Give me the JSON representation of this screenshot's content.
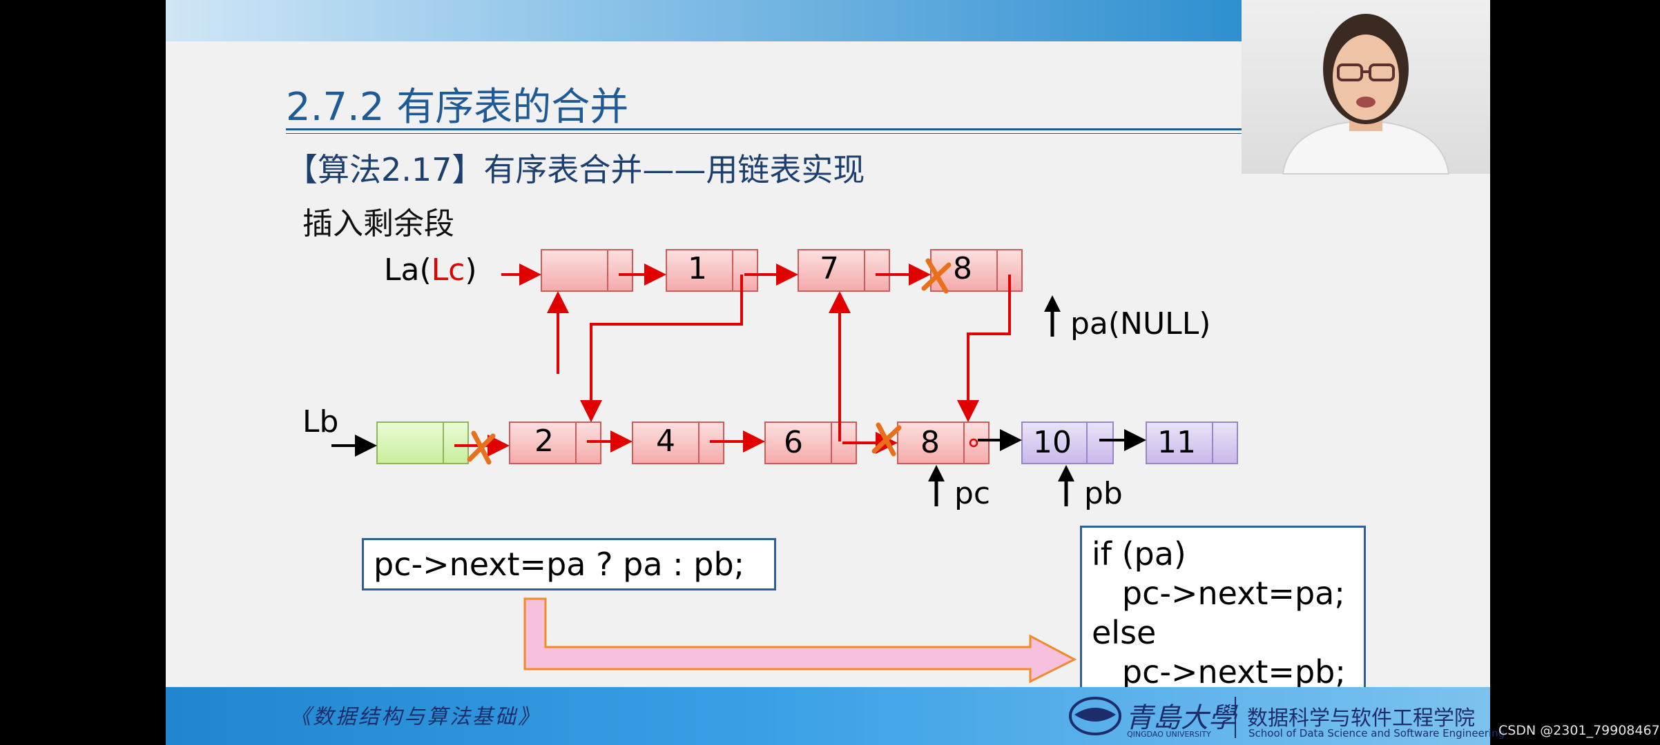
{
  "slide": {
    "section_title": "2.7.2    有序表的合并",
    "algo_title": "【算法2.17】有序表合并——用链表实现",
    "step_label": "插入剩余段",
    "book_title": "《数据结构与算法基础》",
    "university_name": "青島大學",
    "university_en": "QINGDAO UNIVERSITY",
    "school_cn": "数据科学与软件工程学院",
    "school_en": "School of Data Science and Software Engineering"
  },
  "diagram": {
    "list_a_label_prefix": "La(",
    "list_a_label_lc": "Lc",
    "list_a_label_suffix": ")",
    "list_b_label": "Lb",
    "list_a_values": [
      "1",
      "7",
      "8"
    ],
    "list_b_values": [
      "2",
      "4",
      "6",
      "8",
      "10",
      "11"
    ],
    "pointer_pa": "pa(NULL)",
    "pointer_pc": "pc",
    "pointer_pb": "pb",
    "colors": {
      "node_red_fill": "#f9c5c5",
      "node_red_border": "#cf5a5a",
      "node_green_fill": "#d8f6b8",
      "node_green_border": "#8fb45a",
      "node_purple_fill": "#d9cdf0",
      "node_purple_border": "#9a86c6",
      "link_red": "#e00000",
      "cross_orange": "#e8701a",
      "big_arrow_fill": "#f7c0dc",
      "big_arrow_border": "#f08a2a"
    }
  },
  "code": {
    "expr": "pc->next=pa ? pa : pb;",
    "if_lines": [
      "if (pa)",
      "   pc->next=pa;",
      "else",
      "   pc->next=pb;"
    ]
  },
  "watermark": "CSDN @2301_79908467"
}
